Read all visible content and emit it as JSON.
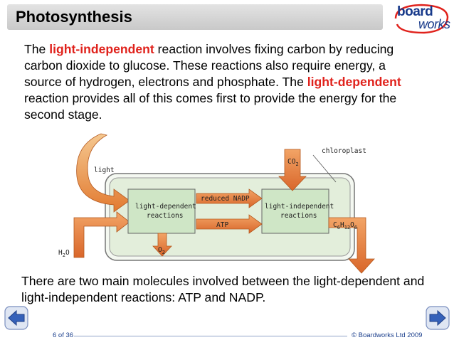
{
  "slide": {
    "title": "Photosynthesis",
    "logo": {
      "line1": "board",
      "line2": "works"
    },
    "paragraph1": {
      "part1": "The ",
      "hl1": "light-independent",
      "part2": " reaction involves fixing carbon by reducing carbon dioxide to glucose. These reactions also require energy, a source of hydrogen, electrons and phosphate. The ",
      "hl2": "light-dependent",
      "part3": " reaction provides all of this comes first to provide the energy for the second stage."
    },
    "paragraph2": "There are two main molecules involved between the light-dependent and light-independent reactions: ATP and NADP.",
    "highlight_color": "#e0221c"
  },
  "diagram": {
    "chloroplast_label": "chloroplast",
    "light_label": "light",
    "co2_label": {
      "base": "CO",
      "sub": "2"
    },
    "h2o_label": {
      "base": "H",
      "sub": "2",
      "tail": "O"
    },
    "o2_label": {
      "base": "O",
      "sub": "2"
    },
    "glucose_label": {
      "c": "C",
      "c_sub": "6",
      "h": "H",
      "h_sub": "12",
      "o": "O",
      "o_sub": "6"
    },
    "box1_line1": "light-dependent",
    "box1_line2": "reactions",
    "box2_line1": "light-independent",
    "box2_line2": "reactions",
    "arrow_top": "reduced NADP",
    "arrow_bottom": "ATP",
    "colors": {
      "arrow": "#e8803a",
      "box_fill": "#d8ecd2",
      "chloroplast_fill": "#eef5ea"
    }
  },
  "footer": {
    "page": "6 of 36",
    "copyright": "© Boardworks Ltd 2009"
  },
  "nav": {
    "prev": "left-arrow-icon",
    "next": "right-arrow-icon"
  }
}
